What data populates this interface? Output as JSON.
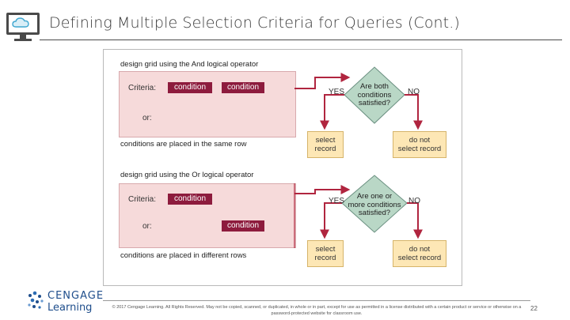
{
  "slide": {
    "title": "Defining Multiple Selection Criteria for Queries (Cont.)",
    "page_number": "22"
  },
  "figure": {
    "and_section": {
      "heading": "design grid using the And logical operator",
      "criteria_label": "Criteria:",
      "or_label": "or:",
      "chip1": "condition",
      "chip2": "condition",
      "caption": "conditions are placed in the same row",
      "decision_line1": "Are both",
      "decision_line2": "conditions",
      "decision_line3": "satisfied?",
      "yes": "YES",
      "no": "NO",
      "select_line1": "select",
      "select_line2": "record",
      "reject_line1": "do not",
      "reject_line2": "select record"
    },
    "or_section": {
      "heading": "design grid using the Or logical operator",
      "criteria_label": "Criteria:",
      "or_label": "or:",
      "chip1": "condition",
      "chip2": "condition",
      "caption": "conditions are placed in different rows",
      "decision_line1": "Are one or",
      "decision_line2": "more conditions",
      "decision_line3": "satisfied?",
      "yes": "YES",
      "no": "NO",
      "select_line1": "select",
      "select_line2": "record",
      "reject_line1": "do not",
      "reject_line2": "select record"
    }
  },
  "footer": {
    "logo_line1": "CENGAGE",
    "logo_line2": "Learning",
    "copyright_line1": "© 2017 Cengage Learning. All Rights Reserved. May not be copied, scanned, or duplicated, in whole or in part, except for use as permitted in a license distributed with a certain product or service or otherwise on a",
    "copyright_line2": "password-protected website for classroom use."
  }
}
